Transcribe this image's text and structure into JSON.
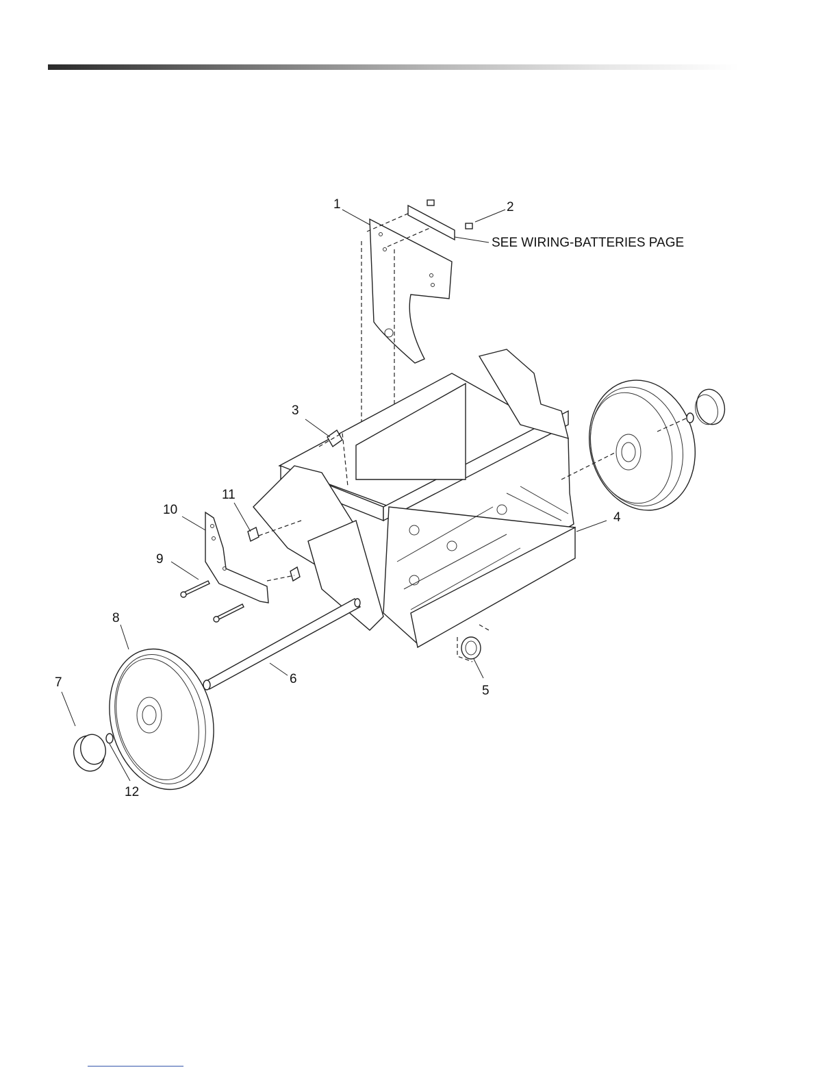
{
  "callouts": {
    "c1": "1",
    "c2": "2",
    "c3": "3",
    "c4": "4",
    "c5": "5",
    "c6": "6",
    "c7": "7",
    "c8": "8",
    "c9": "9",
    "c10": "10",
    "c11": "11",
    "c12": "12"
  },
  "notes": {
    "wiring_reference": "SEE WIRING-BATTERIES PAGE"
  }
}
